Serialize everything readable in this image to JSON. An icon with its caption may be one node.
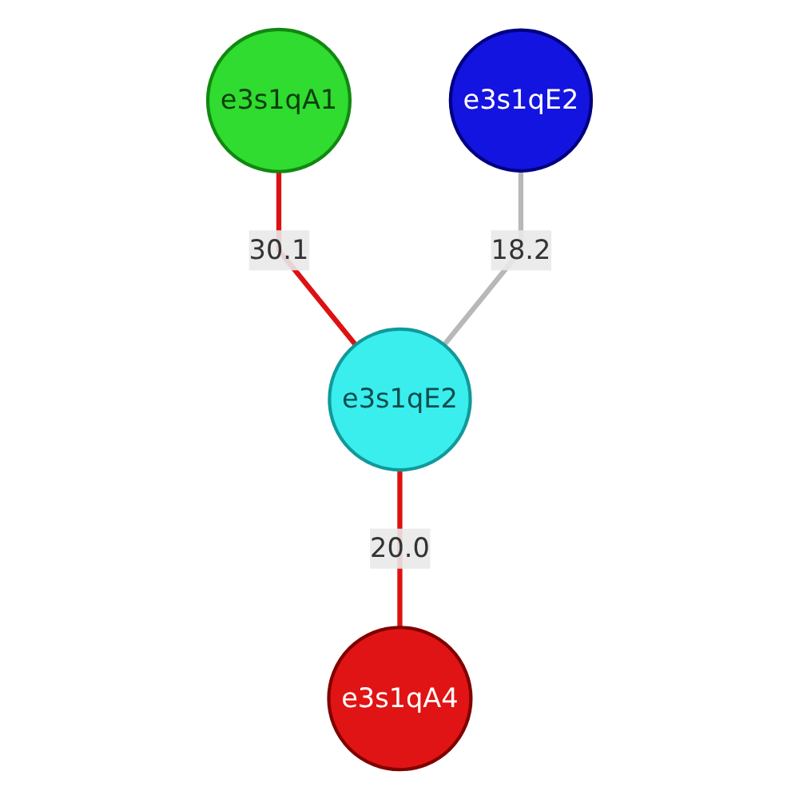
{
  "diagram": {
    "nodes": [
      {
        "text": [
          "e3s1qA1"
        ]
      },
      {
        "text": [
          "e3s1qE2"
        ]
      },
      {
        "text": [
          "e3s1qE2"
        ]
      },
      {
        "text": [
          "e3s1qA4"
        ]
      }
    ],
    "edges": [
      {
        "from": 0,
        "to": 2,
        "arrow": "none",
        "label": "30.1"
      },
      {
        "from": 1,
        "to": 2,
        "arrow": "none",
        "label": "18.2",
        "color": "#b8b8b8"
      },
      {
        "from": 2,
        "to": 3,
        "arrow": "none",
        "label": "20.0"
      }
    ]
  }
}
